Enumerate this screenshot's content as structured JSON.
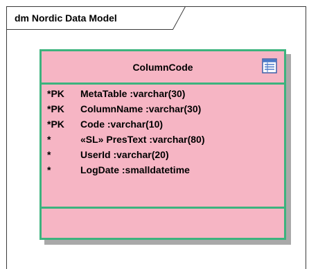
{
  "frame": {
    "title": "dm Nordic Data Model"
  },
  "class": {
    "name": "ColumnCode",
    "icon": "table-icon",
    "colors": {
      "fill": "#f6b5c4",
      "border": "#3cb37e",
      "shadow": "#a9a9a9"
    },
    "attributes": [
      {
        "prefix": "*PK",
        "text": "MetaTable :varchar(30)"
      },
      {
        "prefix": "*PK",
        "text": "ColumnName :varchar(30)"
      },
      {
        "prefix": "*PK",
        "text": "Code :varchar(10)"
      },
      {
        "prefix": "*",
        "text": "«SL» PresText :varchar(80)"
      },
      {
        "prefix": "*",
        "text": "UserId :varchar(20)"
      },
      {
        "prefix": "*",
        "text": "LogDate :smalldatetime"
      }
    ]
  }
}
